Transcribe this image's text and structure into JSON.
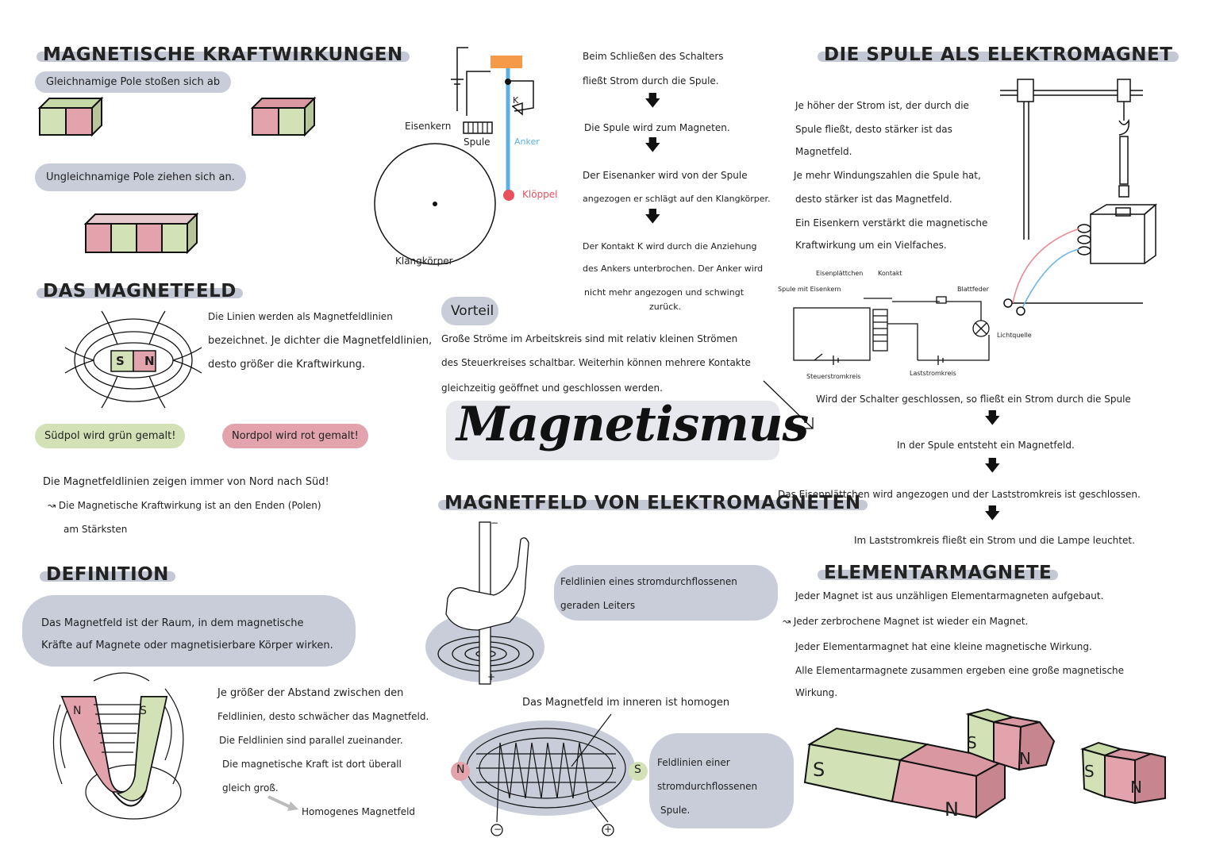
{
  "main_title": "Magnetismus",
  "colors": {
    "green": "#d3e2b6",
    "red": "#e2a3ad",
    "blue_gray": "#c9cdd9",
    "orange": "#f59a48",
    "blue_line": "#5ab0e6"
  },
  "section1": {
    "heading": "MAGNETISCHE KRAFTWIRKUNGEN",
    "pill1": "Gleichnamige Pole stoßen sich ab",
    "pill2": "Ungleichnamige Pole ziehen sich an."
  },
  "section2": {
    "heading": "DAS MAGNETFELD",
    "magnet_s": "S",
    "magnet_n": "N",
    "text_lines": [
      "Die Linien werden als Magnetfeldlinien",
      "bezeichnet. Je dichter die Magnetfeldlinien,",
      "desto größer die Kraftwirkung."
    ],
    "pill_green": "Südpol wird grün gemalt!",
    "pill_red": "Nordpol wird rot gemalt!",
    "note1": "Die Magnetfeldlinien zeigen immer von Nord nach Süd!",
    "note2": "↝ Die Magnetische Kraftwirkung ist an den Enden (Polen)",
    "note3": "am Stärksten"
  },
  "definition": {
    "heading": "DEFINITION",
    "text_line1": "Das Magnetfeld ist der Raum, in dem magnetische",
    "text_line2": "Kräfte auf Magnete oder magnetisierbare Körper wirken.",
    "horseshoe_n": "N",
    "horseshoe_s": "S",
    "lines": [
      "Je größer der Abstand zwischen den",
      "Feldlinien, desto schwächer das Magnetfeld.",
      "Die Feldlinien sind parallel zueinander.",
      "Die magnetische Kraft ist dort überall",
      "gleich groß."
    ],
    "homogen_label": "Homogenes Magnetfeld"
  },
  "bell": {
    "labels": {
      "eisenkern": "Eisenkern",
      "spule": "Spule",
      "anker": "Anker",
      "k": "K",
      "kloeppel": "Klöppel",
      "klangkoerper": "Klangkörper"
    },
    "steps": [
      "Beim Schließen des Schalters",
      "fließt Strom durch die Spule.",
      "Die Spule wird zum Magneten.",
      "Der Eisenanker wird von der Spule",
      "angezogen er schlägt auf den Klangkörper.",
      "Der Kontakt K wird durch die Anziehung",
      "des Ankers unterbrochen. Der Anker wird",
      "nicht mehr angezogen und schwingt",
      "zurück."
    ]
  },
  "vorteil": {
    "label": "Vorteil",
    "lines": [
      "Große Ströme im Arbeitskreis sind mit relativ kleinen Strömen",
      "des Steuerkreises schaltbar. Weiterhin können mehrere Kontakte",
      "gleichzeitig geöffnet und geschlossen werden."
    ]
  },
  "spule": {
    "heading": "DIE SPULE ALS ELEKTROMAGNET",
    "lines": [
      "Je höher der Strom ist, der durch die",
      "Spule fließt, desto stärker ist das",
      "Magnetfeld.",
      "Je mehr Windungszahlen die Spule hat,",
      "desto stärker ist das Magnetfeld.",
      "Ein Eisenkern verstärkt die magnetische",
      "Kraftwirkung um ein Vielfaches."
    ]
  },
  "relay": {
    "labels": {
      "eisenplaettchen": "Eisenplättchen",
      "kontakt": "Kontakt",
      "spule_eisenkern": "Spule mit Eisenkern",
      "blattfeder": "Blattfeder",
      "lichtquelle": "Lichtquelle",
      "steuerstromkreis": "Steuerstromkreis",
      "laststromkreis": "Laststromkreis"
    },
    "steps": [
      "Wird der Schalter geschlossen, so fließt ein Strom durch die Spule",
      "In der Spule entsteht ein Magnetfeld.",
      "Das Eisenplättchen wird angezogen und der Laststromkreis ist geschlossen.",
      "Im Laststromkreis fließt ein Strom und die Lampe leuchtet."
    ]
  },
  "elektromagnet": {
    "heading": "MAGNETFELD VON ELEKTROMAGNETEN",
    "box1_line1": "Feldlinien eines stromdurchflossenen",
    "box1_line2": "geraden Leiters",
    "homogen_note": "Das Magnetfeld im inneren ist homogen",
    "coil_n": "N",
    "coil_s": "S",
    "minus": "−",
    "plus": "+",
    "box2_line1": "Feldlinien einer",
    "box2_line2": "stromdurchflossenen",
    "box2_line3": "Spule."
  },
  "elementar": {
    "heading": "ELEMENTARMAGNETE",
    "lines": [
      "Jeder Magnet ist aus unzähligen Elementarmagneten aufgebaut.",
      "↝ Jeder zerbrochene Magnet ist wieder ein Magnet.",
      "Jeder Elementarmagnet hat eine kleine magnetische Wirkung.",
      "Alle Elementarmagnete zusammen ergeben eine große magnetische",
      "Wirkung."
    ],
    "big_s": "S",
    "big_n": "N",
    "small1_s": "S",
    "small1_n": "N",
    "small2_s": "S",
    "small2_n": "N"
  }
}
